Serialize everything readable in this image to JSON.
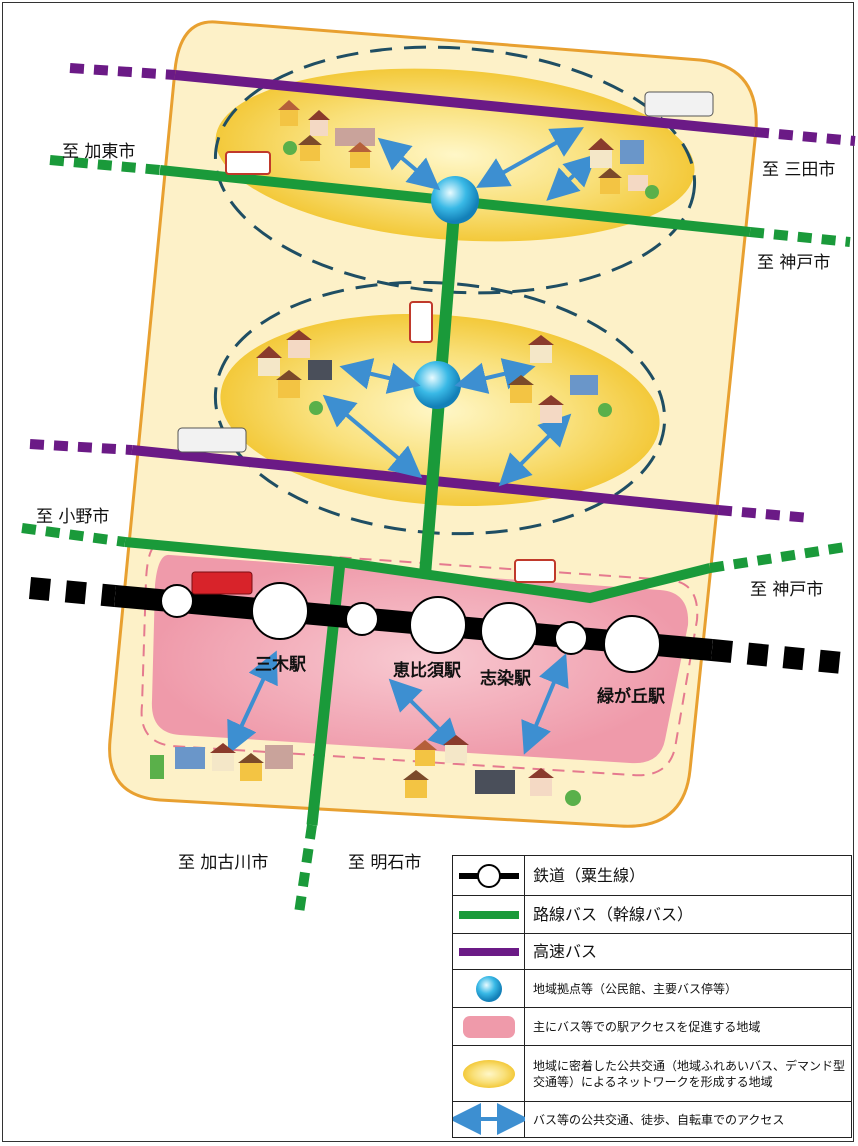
{
  "destinations": {
    "kato": "至 加東市",
    "sanda": "至 三田市",
    "kobe_north": "至 神戸市",
    "ono": "至 小野市",
    "kobe_south": "至 神戸市",
    "kakogawa": "至 加古川市",
    "akashi": "至 明石市"
  },
  "stations": {
    "miki": "三木駅",
    "ebisu": "恵比須駅",
    "shijimi": "志染駅",
    "midorigaoka": "緑が丘駅"
  },
  "legend": [
    {
      "symbol": "railway",
      "label": "鉄道（粟生線）"
    },
    {
      "symbol": "route-bus",
      "label": "路線バス（幹線バス）"
    },
    {
      "symbol": "express-bus",
      "label": "高速バス"
    },
    {
      "symbol": "local-hub",
      "label": "地域拠点等（公民館、主要バス停等）"
    },
    {
      "symbol": "station-access-area",
      "label": "主にバス等での駅アクセスを促進する地域"
    },
    {
      "symbol": "community-transit-area",
      "label": "地域に密着した公共交通（地域ふれあいバス、デマンド型交通等）によるネットワークを形成する地域"
    },
    {
      "symbol": "access-arrow",
      "label": "バス等の公共交通、徒歩、自転車でのアクセス"
    }
  ],
  "colors": {
    "railway": "#000000",
    "route_bus": "#1a9a3a",
    "express_bus": "#6b1a86",
    "access_arrow": "#3d8fd1",
    "community_area": "#f7d64a",
    "station_area": "#f2a3b1",
    "city_region": "#fdf1c8",
    "city_border": "#e8a030"
  }
}
